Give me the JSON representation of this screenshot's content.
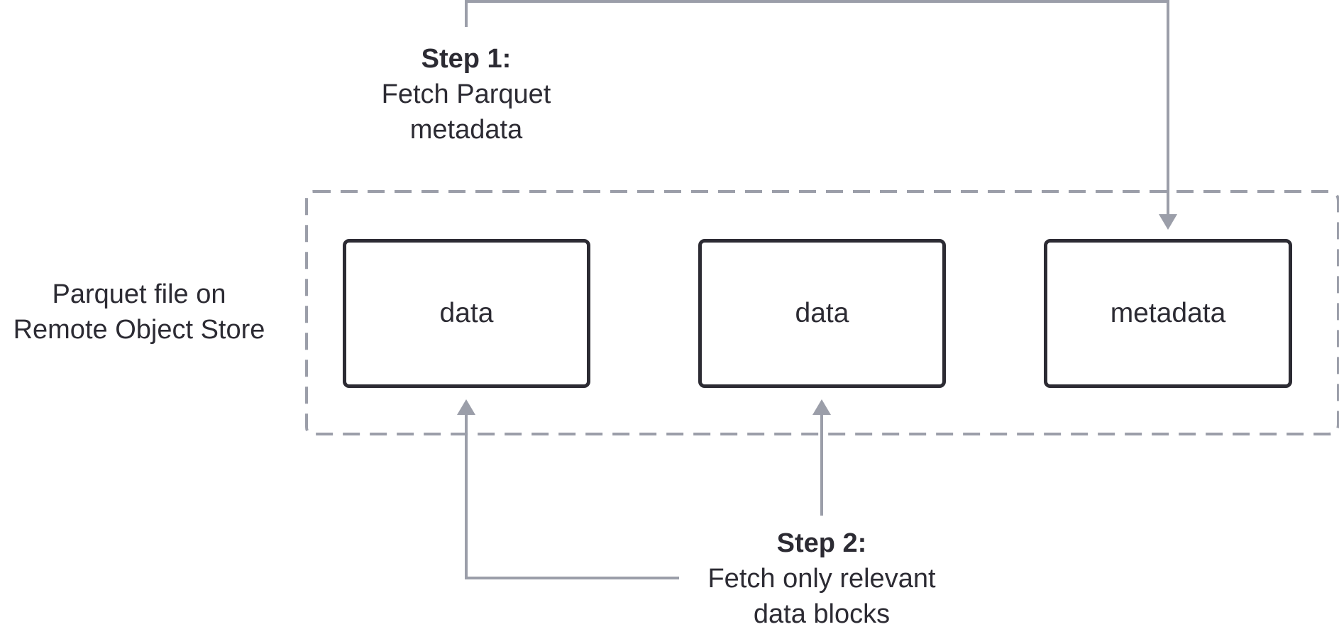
{
  "file_label": {
    "line1": "Parquet file on",
    "line2": "Remote Object Store"
  },
  "step1": {
    "title": "Step 1:",
    "line1": "Fetch Parquet",
    "line2": "metadata"
  },
  "step2": {
    "title": "Step 2:",
    "line1": "Fetch only relevant",
    "line2": "data blocks"
  },
  "blocks": [
    {
      "label": "data"
    },
    {
      "label": "data"
    },
    {
      "label": "metadata"
    }
  ],
  "colors": {
    "arrow": "#9b9ea9",
    "dashed_border": "#9b9ea9",
    "block_border": "#2c2b33",
    "text": "#2c2b33"
  }
}
